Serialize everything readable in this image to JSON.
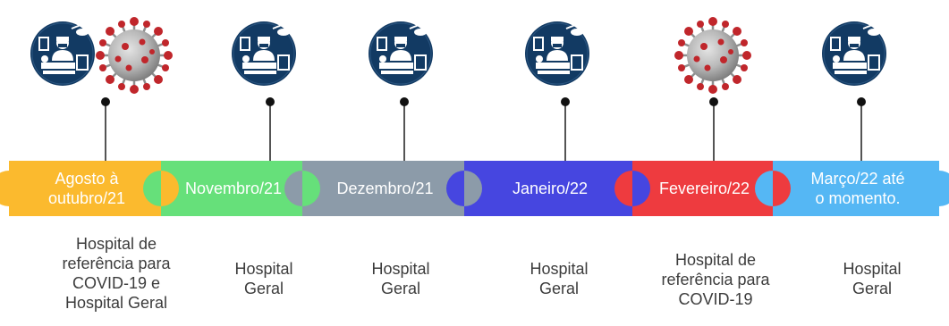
{
  "timeline": {
    "segments": [
      {
        "label": "Agosto à\noutubro/21",
        "color": "#FBBA2E",
        "description": "Hospital de\nreferência para\nCOVID-19 e\nHospital Geral",
        "icons": [
          "surgeon-icon",
          "coronavirus-icon"
        ]
      },
      {
        "label": "Novembro/21",
        "color": "#66E07A",
        "description": "Hospital\nGeral",
        "icons": [
          "surgeon-icon"
        ]
      },
      {
        "label": "Dezembro/21",
        "color": "#8C9BA9",
        "description": "Hospital\nGeral",
        "icons": [
          "surgeon-icon"
        ]
      },
      {
        "label": "Janeiro/22",
        "color": "#4646E0",
        "description": "Hospital\nGeral",
        "icons": [
          "surgeon-icon"
        ]
      },
      {
        "label": "Fevereiro/22",
        "color": "#EE3B3F",
        "description": "Hospital de\nreferência para\nCOVID-19",
        "icons": [
          "coronavirus-icon"
        ]
      },
      {
        "label": "Março/22 até\no momento.",
        "color": "#55B7F4",
        "description": "Hospital\nGeral",
        "icons": [
          "surgeon-icon"
        ]
      }
    ]
  }
}
